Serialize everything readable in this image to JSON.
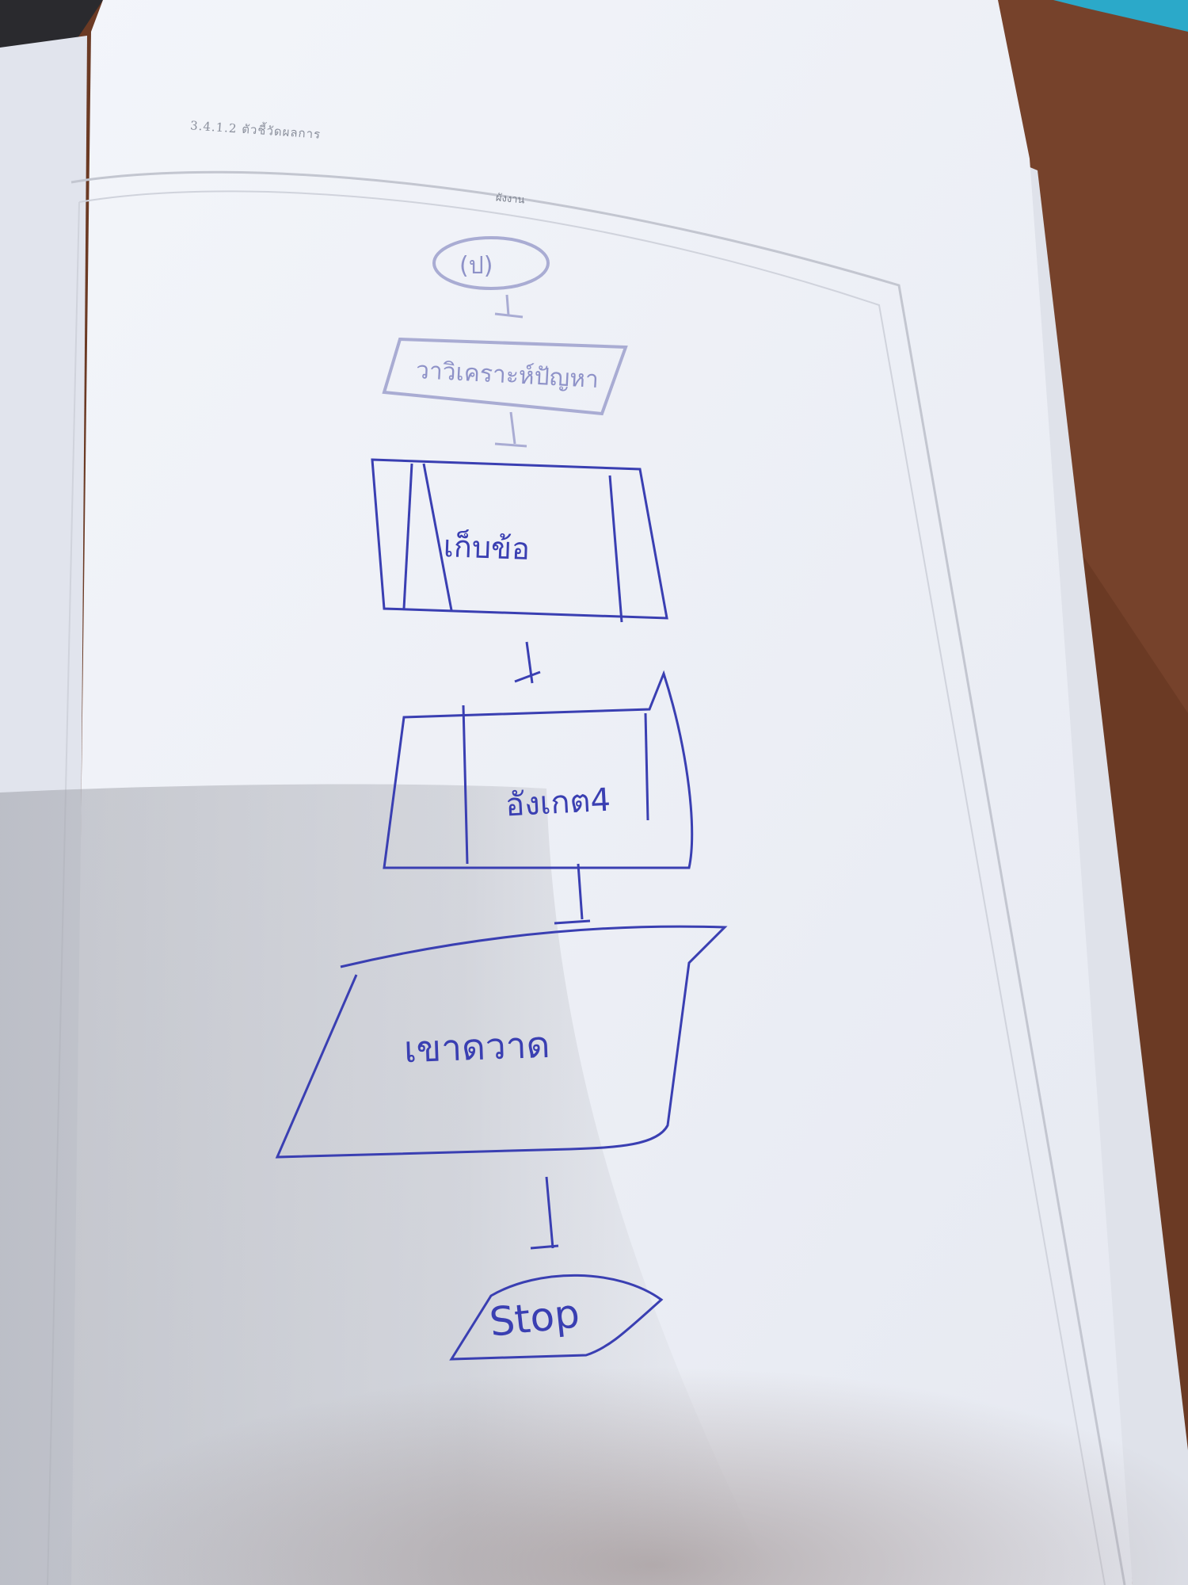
{
  "page": {
    "header_text": "3.4.1.2 ตัวชี้วัดผลการ",
    "box_title": "ผังงาน"
  },
  "flowchart": {
    "start_label": "(ป)",
    "step1_label": "วาวิเคราะห์ปัญหา",
    "step2_label": "เก็บข้อ",
    "step3_label": "อังเกต4",
    "step4_label": "เขาดวาด",
    "stop_label": "Stop"
  },
  "colors": {
    "ink": "#3a3fb2",
    "page": "#eef0f6",
    "table": "#6b3a24"
  }
}
